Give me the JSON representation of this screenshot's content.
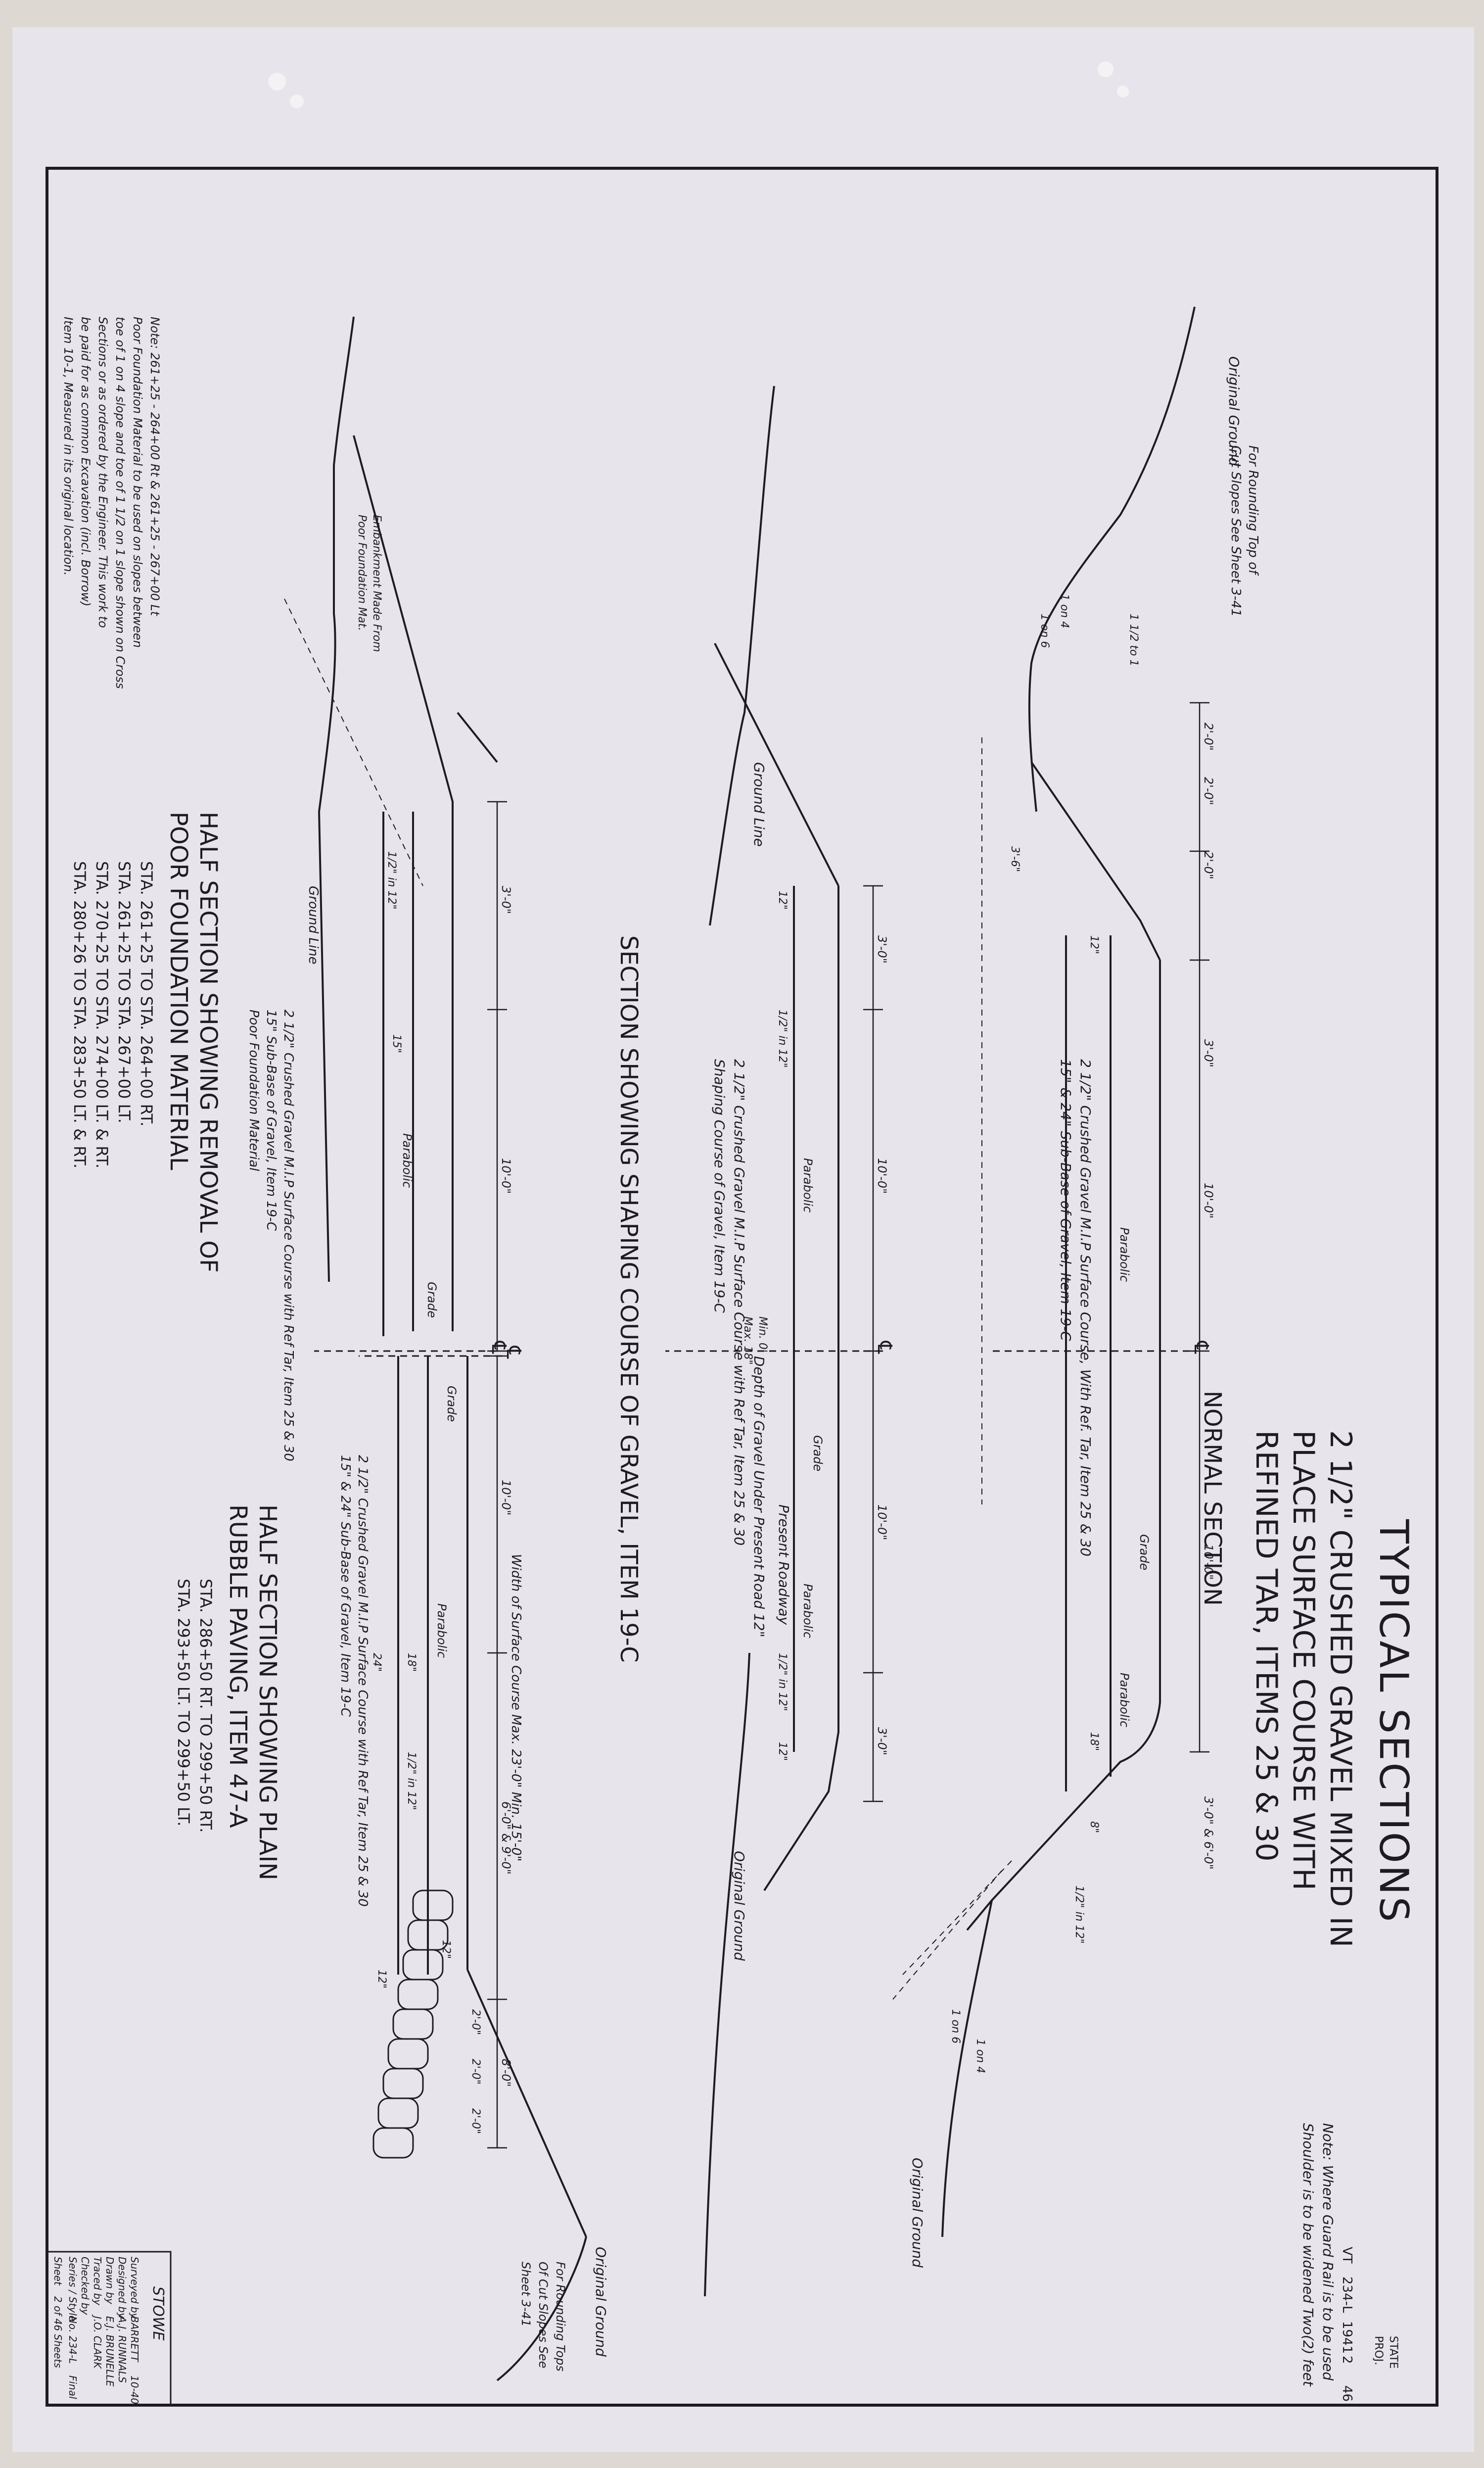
{
  "sheet": {
    "paper_color": "#e6e4ea",
    "ink_color": "#1c1c22",
    "header_block": [
      "STATE",
      "PROJ.",
      "VT",
      "234-L",
      "1941",
      "2",
      "46"
    ]
  },
  "title_block": {
    "title": "TYPICAL SECTIONS",
    "subtitle_lines": [
      "2 1/2\" CRUSHED GRAVEL MIXED IN",
      "PLACE SURFACE COURSE WITH",
      "REFINED TAR, ITEMS 25 & 30"
    ]
  },
  "normal_section": {
    "title": "NORMAL SECTION",
    "note": [
      "Note: Where Guard Rail is to be used",
      "Shoulder is to be widened Two(2) feet"
    ],
    "surface_callout": [
      "2 1/2\" Crushed Gravel M.I.P Surface Course, With Ref. Tar, Item 25 & 30",
      "15\" & 24\" Sub-Base of Gravel, Item 19-C"
    ],
    "labels": {
      "original_ground_left": "Original Ground",
      "original_ground_right": "Original Ground",
      "rounding_note": [
        "For Rounding Top of",
        "Cut Slopes See Sheet 3-41"
      ],
      "parabolic": "Parabolic",
      "grade": "Grade",
      "cl": "℄",
      "slope_labels": [
        "1 1/2 to 1",
        "1 on 4",
        "1 on 6",
        "1 on 4",
        "1 on 6"
      ],
      "dims": [
        "2'-0\"",
        "2'-0\"",
        "2'-0\"",
        "3'-0\"",
        "10'-0\"",
        "10'-0\"",
        "3'-0\" & 6'-0\"",
        "18\"",
        "12\"",
        "8\"",
        "1/2\" in 12\"",
        "3'-6\""
      ]
    }
  },
  "shaping_section": {
    "title": "SECTION SHOWING SHAPING COURSE OF GRAVEL, ITEM 19-C",
    "callout": [
      "2 1/2\" Crushed Gravel M.I.P Surface Course with Ref Tar, Item 25 & 30",
      "Shaping Course of Gravel, Item 19-C"
    ],
    "labels": {
      "ground_line": "Ground Line",
      "original_ground": "Original Ground",
      "present_roadway": "Present Roadway",
      "depth_note": "Depth of Gravel Under Present Road 12\"",
      "parabolic": "Parabolic",
      "grade": "Grade",
      "cl": "℄",
      "dims": [
        "3'-0\"",
        "10'-0\"",
        "10'-0\"",
        "3'-0\"",
        "12\"",
        "12\"",
        "1/2\" in 12\"",
        "1/2\" in 12\""
      ],
      "min_max": [
        "Min. 0'",
        "Max. 18\""
      ]
    }
  },
  "poor_foundation": {
    "title_lines": [
      "HALF SECTION SHOWING REMOVAL OF",
      "POOR FOUNDATION MATERIAL"
    ],
    "stations": [
      "STA. 261+25 TO STA. 264+00 RT.",
      "STA. 261+25 TO STA. 267+00 LT.",
      "STA. 270+25 TO STA. 274+00 LT. & RT.",
      "STA. 280+26 TO STA. 283+50 LT. & RT."
    ],
    "note": [
      "Note: 261+25 - 264+00 Rt & 261+25 - 267+00 Lt",
      "Poor Foundation Material to be used on slopes between",
      "toe of 1 on 4 slope and toe of 1 1/2 on 1 slope shown on Cross",
      "Sections or as ordered by the Engineer. This work to",
      "be paid for as common Excavation (incl. Borrow)",
      "Item 10-1, Measured in its original location."
    ],
    "callout": [
      "2 1/2\" Crushed Gravel M.I.P Surface Course with Ref Tar, Item 25 & 30",
      "15\" Sub-Base of Gravel, Item 19-C",
      "Poor Foundation Material"
    ],
    "labels": {
      "embankment": [
        "Embankment Made From",
        "Poor Foundation Mat."
      ],
      "ground_line": "Ground Line",
      "parabolic": "Parabolic",
      "grade": "Grade",
      "cl": "℄",
      "dims": [
        "3'-0\"",
        "10'-0\"",
        "15\"",
        "1/2\" in 12\""
      ]
    }
  },
  "rubble_section": {
    "title_lines": [
      "HALF SECTION SHOWING PLAIN",
      "RUBBLE PAVING, ITEM 47-A"
    ],
    "stations": [
      "STA. 286+50 RT. TO 299+50 RT.",
      "STA. 293+50 LT. TO 299+50 LT."
    ],
    "callout": [
      "2 1/2\" Crushed Gravel M.I.P Surface Course with Ref Tar, Item 25 & 30",
      "15\" & 24\" Sub-Base of Gravel, Item 19-C"
    ],
    "labels": {
      "width_note": "Width of Surface Course Max. 23'-0\" Min. 15'-0\"",
      "original_ground": "Original Ground",
      "rounding_note": [
        "For Rounding Tops",
        "Of Cut Slopes See",
        "Sheet 3-41"
      ],
      "parabolic": "Parabolic",
      "grade": "Grade",
      "cl": "℄",
      "dims": [
        "10'-0\"",
        "6'-0\" & 9'-0\"",
        "8'-0\"",
        "2'-0\"",
        "2'-0\"",
        "2'-0\"",
        "12\"",
        "12\"",
        "18\"",
        "24\"",
        "1/2\" in 12\""
      ]
    }
  },
  "credits": {
    "location": "STOWE",
    "rows": [
      {
        "role": "Surveyed by",
        "name": "BARRETT",
        "extra": "10-40"
      },
      {
        "role": "Designed by",
        "name": "A.J. RUNNALS",
        "extra": ""
      },
      {
        "role": "Drawn by",
        "name": "E.J. BRUNELLE",
        "extra": ""
      },
      {
        "role": "Traced by",
        "name": "J.O. CLARK",
        "extra": ""
      },
      {
        "role": "Checked by",
        "name": "",
        "extra": ""
      },
      {
        "role": "Series / Style",
        "name": "No. 234-L",
        "extra": "Final"
      },
      {
        "role": "Sheet",
        "name": "2 of 46 Sheets",
        "extra": ""
      }
    ]
  }
}
